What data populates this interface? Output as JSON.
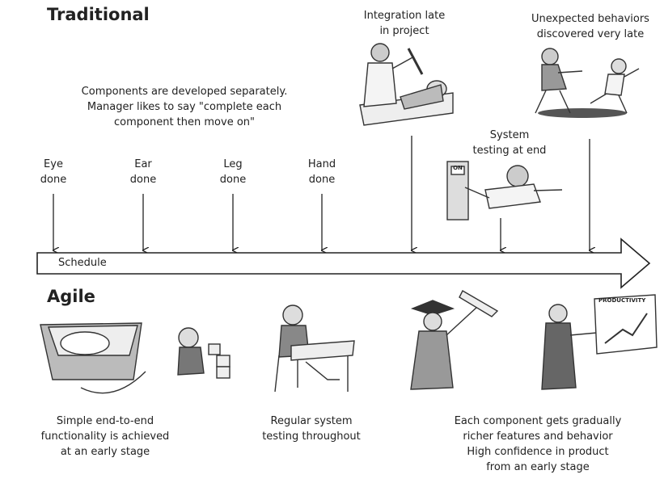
{
  "traditional": {
    "heading": "Traditional",
    "note_line1": "Components are developed separately.",
    "note_line2": "Manager likes to say \"complete each",
    "note_line3": "component then move on\"",
    "milestones": [
      {
        "line1": "Eye",
        "line2": "done"
      },
      {
        "line1": "Ear",
        "line2": "done"
      },
      {
        "line1": "Leg",
        "line2": "done"
      },
      {
        "line1": "Hand",
        "line2": "done"
      }
    ],
    "integration": {
      "line1": "Integration late",
      "line2": "in project"
    },
    "unexpected": {
      "line1": "Unexpected behaviors",
      "line2": "discovered very late"
    },
    "system_testing": {
      "line1": "System",
      "line2": "testing at end"
    },
    "switch_label": "ON"
  },
  "schedule": {
    "label": "Schedule"
  },
  "agile": {
    "heading": "Agile",
    "caption1": {
      "line1": "Simple end-to-end",
      "line2": "functionality is achieved",
      "line3": "at an early stage"
    },
    "caption2": {
      "line1": "Regular system",
      "line2": "testing  throughout"
    },
    "caption3": {
      "line1": "Each component gets gradually",
      "line2": "richer features and behavior",
      "line3": "High confidence in product",
      "line4": "from an early stage"
    },
    "chart_label": "PRODUCTIVITY"
  }
}
